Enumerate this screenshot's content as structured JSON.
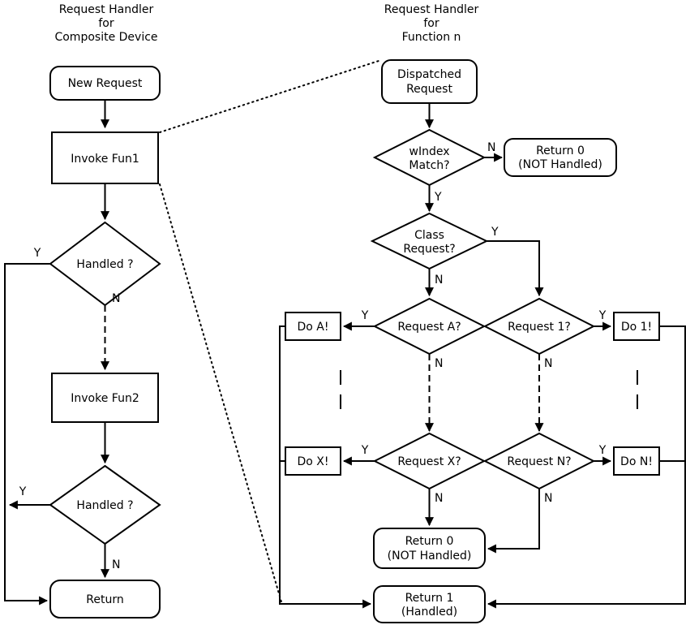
{
  "left": {
    "title1": "Request Handler",
    "title2": "for",
    "title3": "Composite Device",
    "new_request": "New Request",
    "invoke_fun1": "Invoke Fun1",
    "handled1": "Handled ?",
    "handled1_yes": "Y",
    "handled1_no": "N",
    "invoke_fun2": "Invoke Fun2",
    "handled2": "Handled ?",
    "handled2_yes": "Y",
    "handled2_no": "N",
    "return": "Return"
  },
  "right": {
    "title1": "Request Handler",
    "title2": "for",
    "title3": "Function n",
    "dispatched1": "Dispatched",
    "dispatched2": "Request",
    "windex1": "wIndex",
    "windex2": "Match?",
    "windex_no": "N",
    "windex_yes": "Y",
    "return0_top1": "Return 0",
    "return0_top2": "(NOT Handled)",
    "class1": "Class",
    "class2": "Request?",
    "class_yes": "Y",
    "class_no": "N",
    "request_a": "Request A?",
    "request_a_yes": "Y",
    "request_a_no": "N",
    "do_a": "Do A!",
    "request_x": "Request X?",
    "request_x_yes": "Y",
    "request_x_no": "N",
    "do_x": "Do X!",
    "request_1": "Request 1?",
    "request_1_yes": "Y",
    "request_1_no": "N",
    "do_1": "Do 1!",
    "request_n": "Request N?",
    "request_n_yes": "Y",
    "request_n_no": "N",
    "do_n": "Do N!",
    "return0_bottom1": "Return 0",
    "return0_bottom2": "(NOT Handled)",
    "return1_1": "Return 1",
    "return1_2": "(Handled)"
  }
}
